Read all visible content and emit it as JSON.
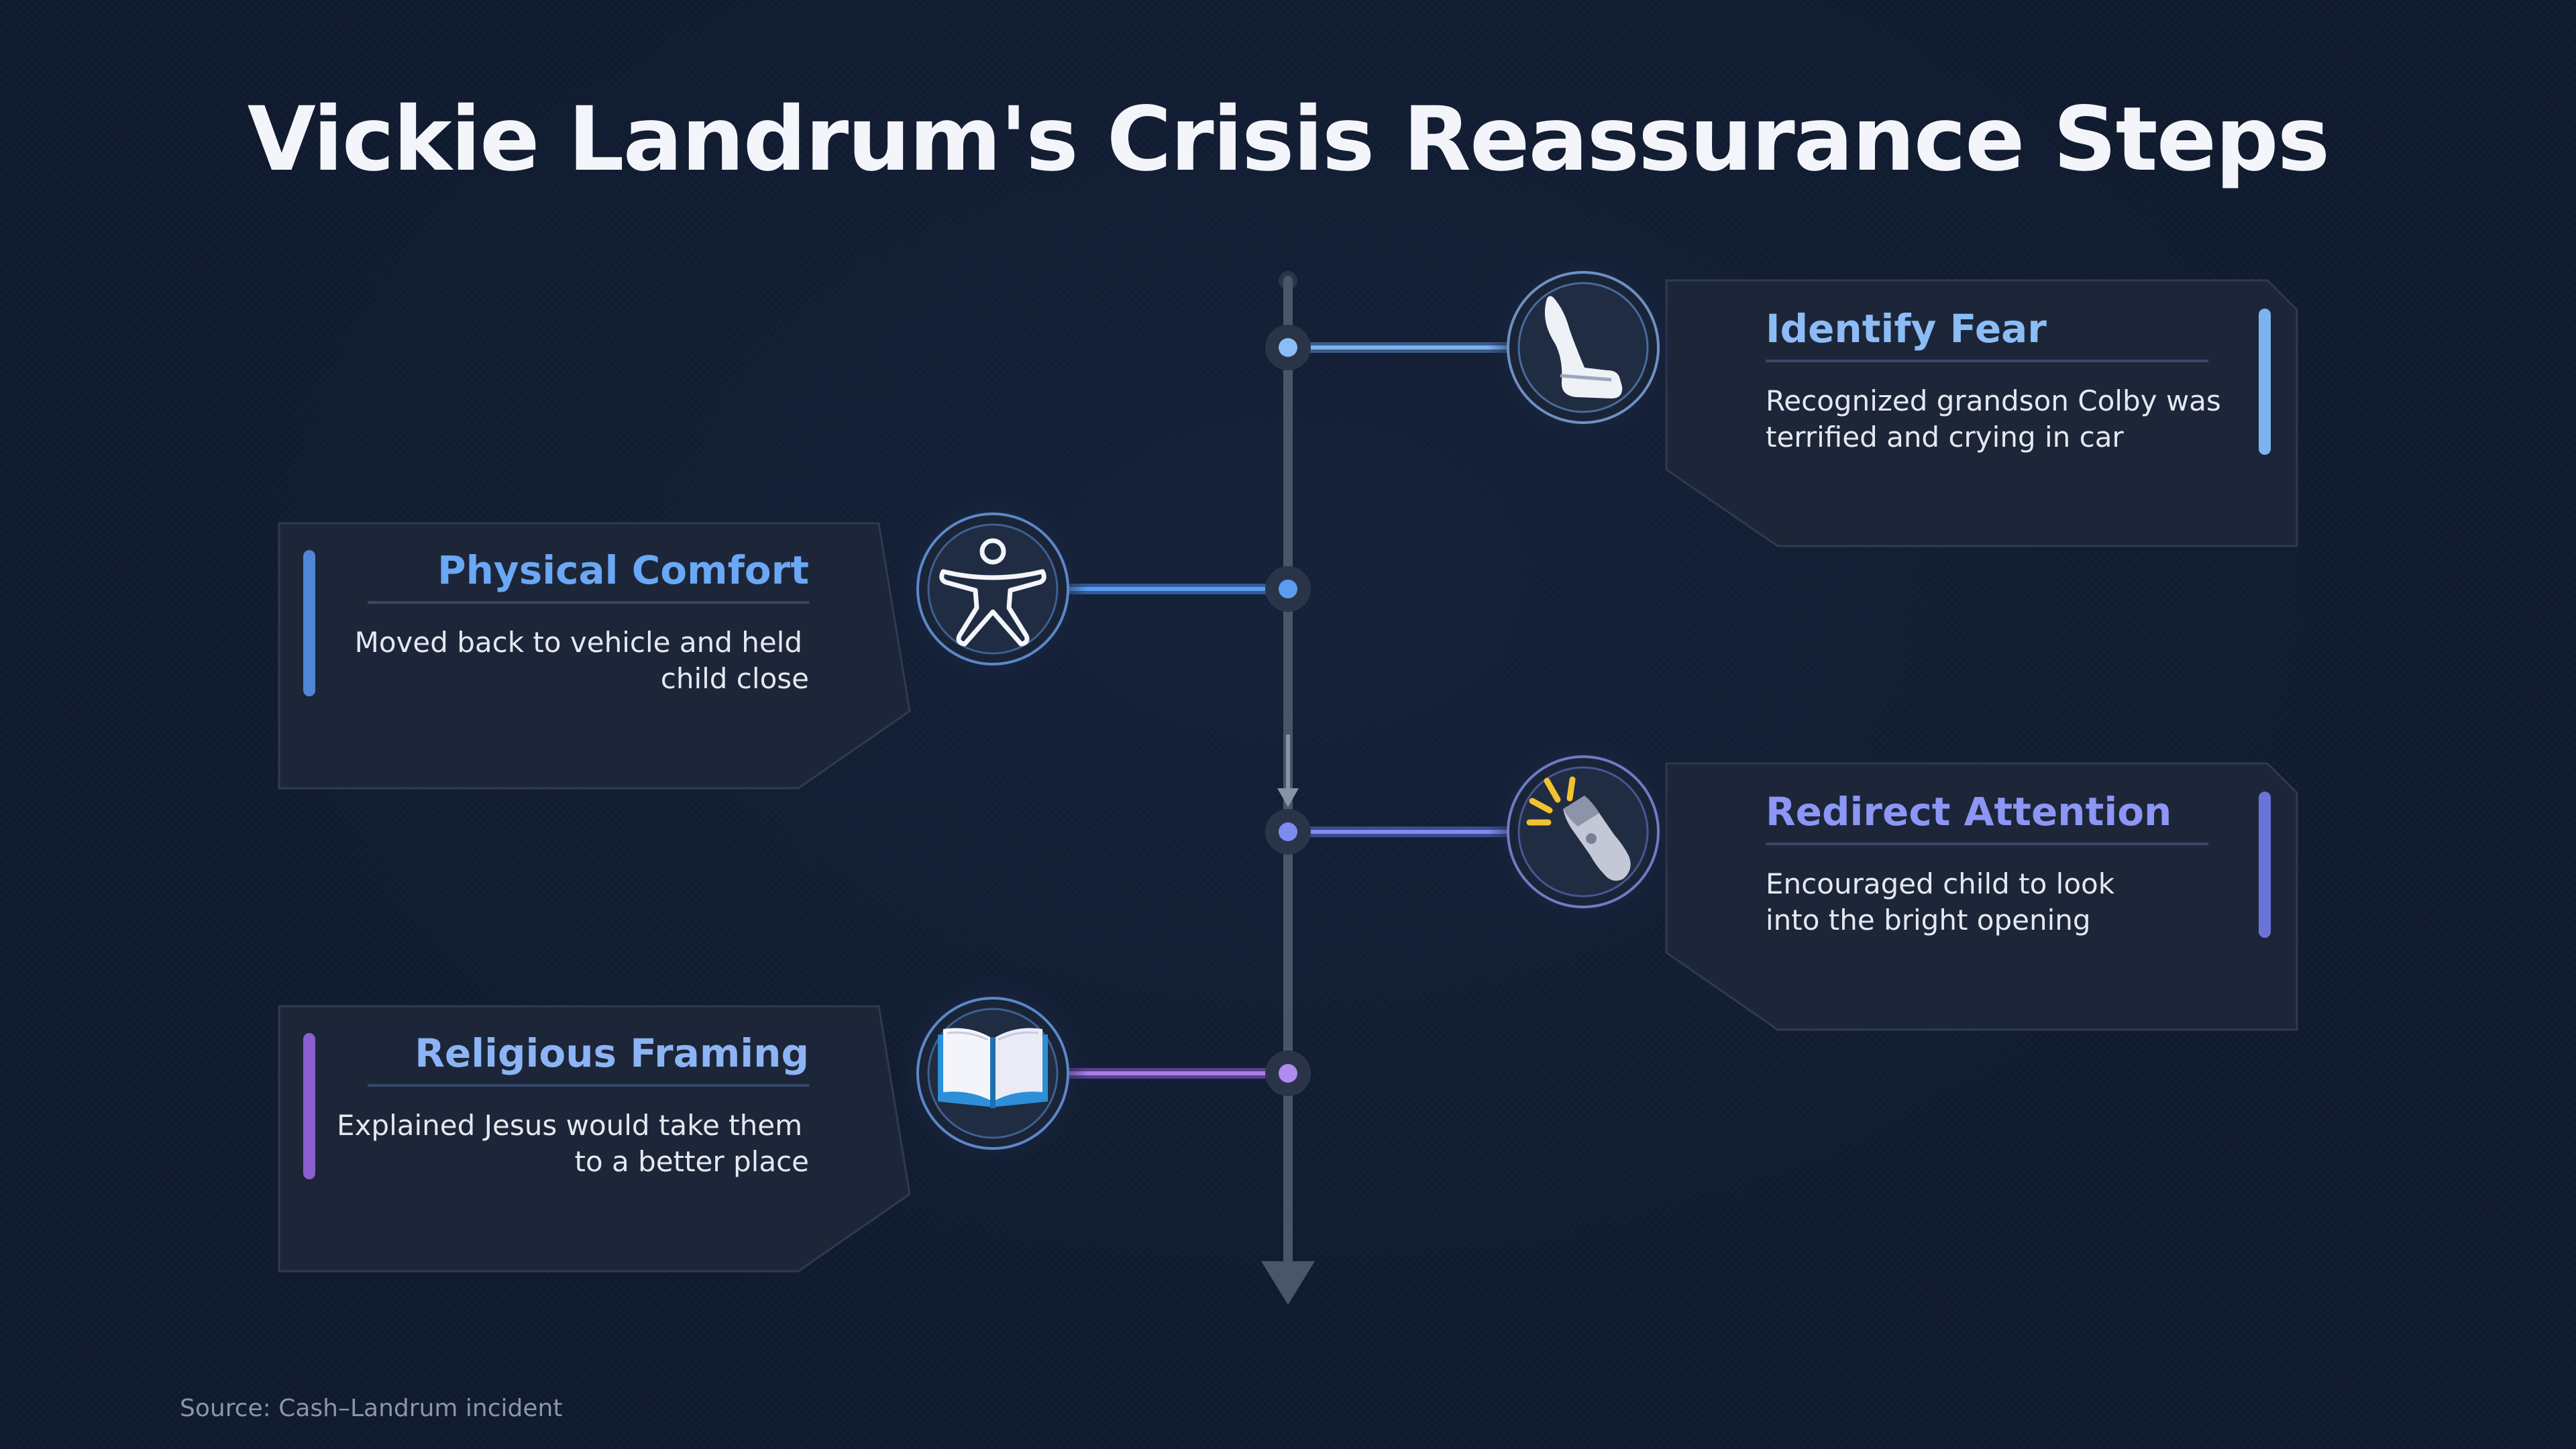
{
  "title": "Vickie Landrum's Crisis Reassurance Steps",
  "source": "Source: Cash–Landrum incident",
  "colors": {
    "background": "#0f1a2e",
    "card": "#1d2638",
    "timeline": "#4a5568",
    "step1": "#7fb2f0",
    "step2": "#5b9cf0",
    "step3": "#7e8cf0",
    "step4": "#a87ee8"
  },
  "steps": [
    {
      "title": "Identify Fear",
      "desc_lines": [
        "Recognized grandson Colby was",
        "terrified and crying in car"
      ],
      "icon": "car-seat-icon",
      "side": "right"
    },
    {
      "title": "Physical Comfort",
      "desc_lines": [
        "Moved back to vehicle and held",
        "child close"
      ],
      "icon": "accessibility-person-icon",
      "side": "left"
    },
    {
      "title": "Redirect Attention",
      "desc_lines": [
        "Encouraged child to look",
        "into the bright opening"
      ],
      "icon": "flashlight-icon",
      "side": "right"
    },
    {
      "title": "Religious Framing",
      "desc_lines": [
        "Explained Jesus would take them",
        "to a better place"
      ],
      "icon": "open-book-icon",
      "side": "left"
    }
  ]
}
